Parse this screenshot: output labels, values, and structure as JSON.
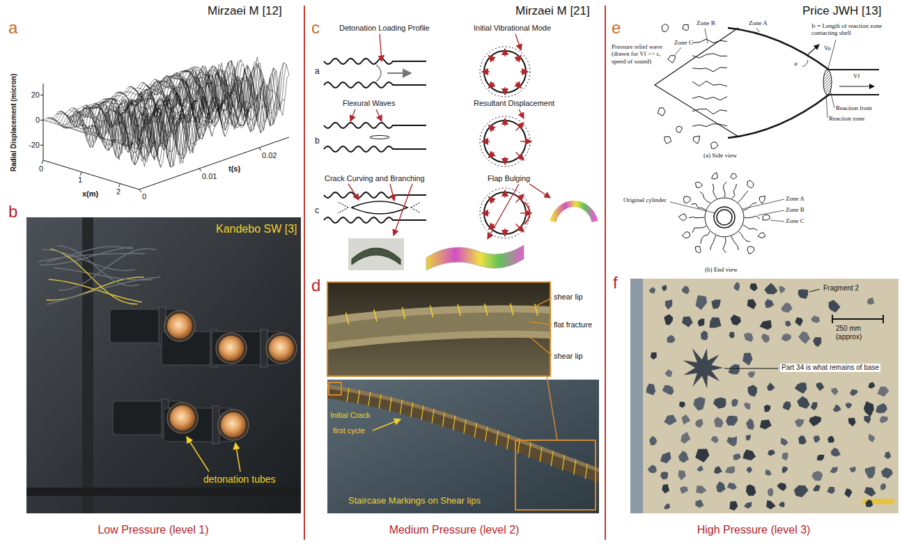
{
  "diagram": {
    "labels": [
      "Mirzaei M [12]",
      "Mirzaei M [21]",
      "Price JWH [13]",
      "a",
      "b",
      "c",
      "d",
      "e",
      "f",
      "Radial Displacement (micron)",
      "20",
      "0",
      "-20",
      "0",
      "1",
      "2",
      "x(m)",
      "0",
      "0.01",
      "0.02",
      "t(s)",
      "Kandebo SW [3]",
      "detonation tubes",
      "Detonation Loading Profile",
      "Initial Vibrational Mode",
      "a",
      "Flexural Waves",
      "Resultant Displacement",
      "b",
      "Crack Curving and Branching",
      "Flap Bulging",
      "c",
      "shear lip",
      "flat fracture",
      "shear lip",
      "Initial Crack",
      "first cycle",
      "Staircase Markings on Shear lips",
      "Pressure relief wave (drawn for Vf >> c, speed of sound)",
      "Zone B",
      "Zone A",
      "Zone C",
      "Ir = Length of reaction zone contacting shell",
      "α",
      "Vo",
      "Vf",
      "Reaction front",
      "Reaction zone",
      "(a) Side view",
      "Original cylinder",
      "Zone A",
      "Zone B",
      "Zone C",
      "(b) End view",
      "Fragment 2",
      "250 mm (approx)",
      "Part 34 is what remains of base",
      "Low Pressure (level 1)",
      "Medium Pressure (level 2)",
      "High Pressure (level 3)"
    ]
  }
}
